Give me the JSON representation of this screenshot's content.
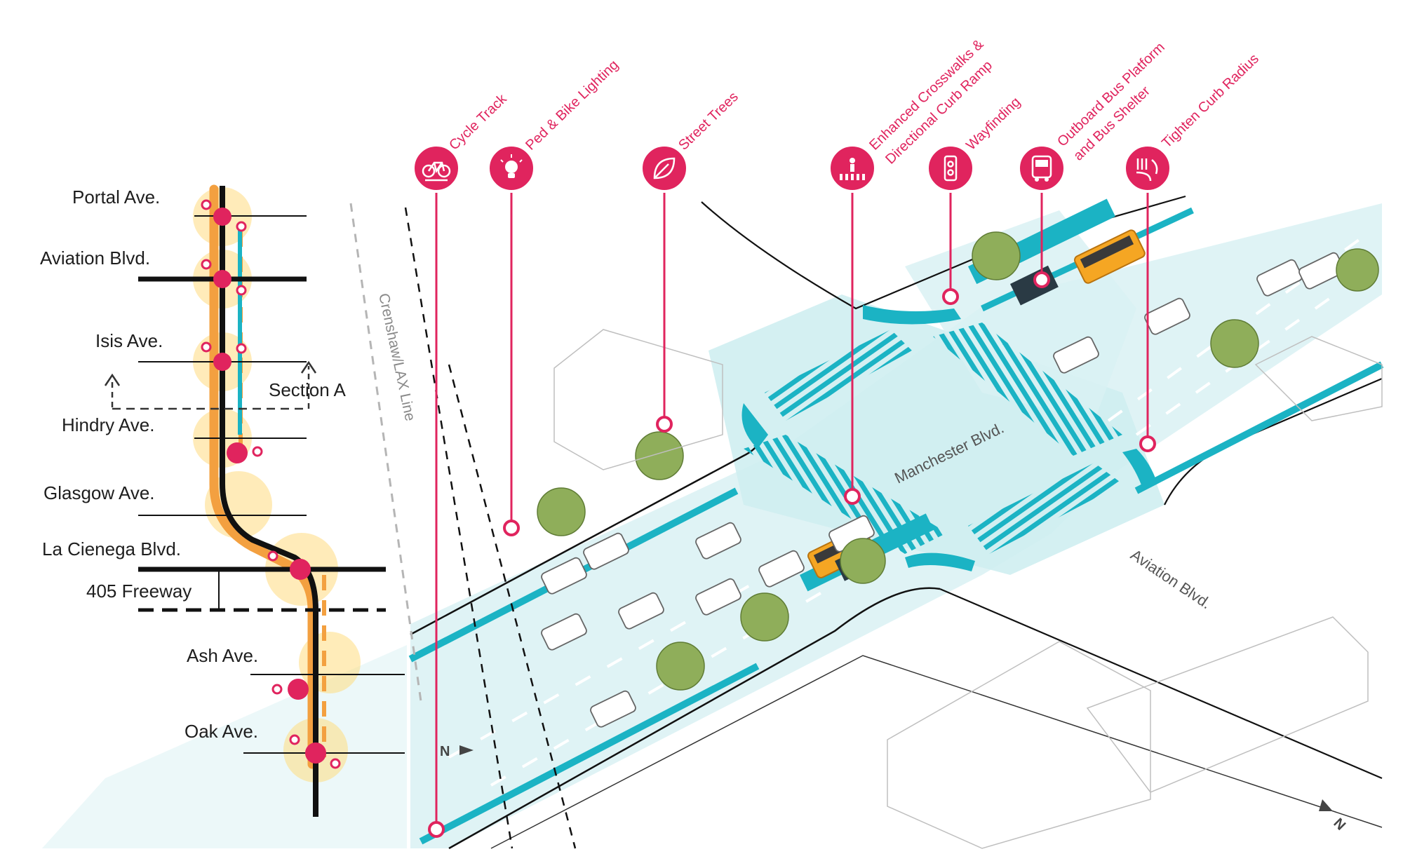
{
  "colors": {
    "accent": "#e0245e",
    "teal": "#1bb3c4",
    "teal_light": "#d9f1f3",
    "orange": "#f3a040",
    "halo": "#ffdc80",
    "tree": "#8fae5a",
    "bus": "#f5a623",
    "ink": "#1e1e1e"
  },
  "callouts": [
    {
      "id": "cycle-track",
      "icon": "bicycle-icon",
      "label": "Cycle Track"
    },
    {
      "id": "ped-bike-lighting",
      "icon": "lightbulb-icon",
      "label": "Ped & Bike Lighting"
    },
    {
      "id": "street-trees",
      "icon": "leaf-icon",
      "label": "Street Trees"
    },
    {
      "id": "enhanced-crosswalks",
      "icon": "pedestrian-crosswalk-icon",
      "label": [
        "Enhanced Crosswalks &",
        "Directional Curb Ramp"
      ]
    },
    {
      "id": "wayfinding",
      "icon": "wayfinding-sign-icon",
      "label": "Wayfinding"
    },
    {
      "id": "outboard-bus-platform",
      "icon": "bus-icon",
      "label": [
        "Outboard Bus Platform",
        "and Bus Shelter"
      ]
    },
    {
      "id": "tighten-curb-radius",
      "icon": "curb-radius-icon",
      "label": "Tighten Curb Radius"
    }
  ],
  "route_map": {
    "streets": [
      "Portal Ave.",
      "Aviation Blvd.",
      "Isis Ave.",
      "Hindry Ave.",
      "Glasgow Ave.",
      "La Cienega Blvd.",
      "405 Freeway",
      "Ash Ave.",
      "Oak Ave."
    ],
    "section_label": "Section A"
  },
  "plan": {
    "rail_line_label": "Crenshaw/LAX Line",
    "main_street_label": "Manchester Blvd.",
    "cross_street_label": "Aviation Blvd.",
    "north_arrow_label": "N"
  }
}
